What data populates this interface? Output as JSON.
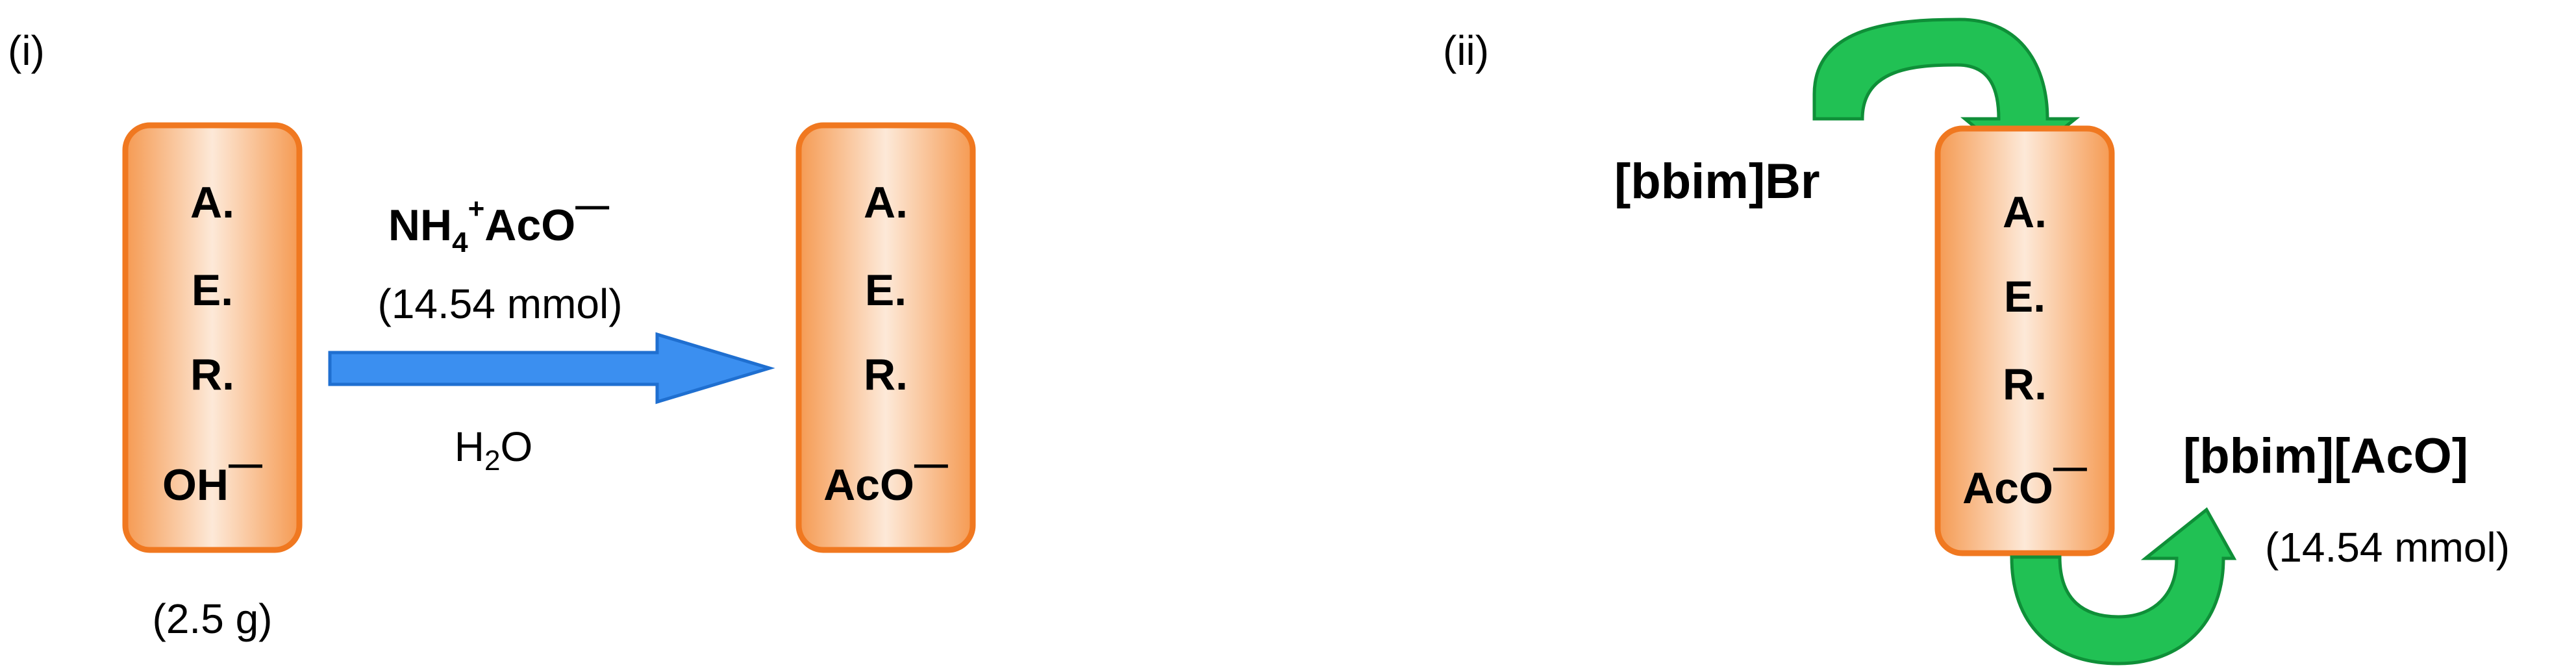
{
  "panel_i": {
    "label": "(i)",
    "resin_before": {
      "lines": [
        "A.",
        "E.",
        "R."
      ],
      "ion": "OH",
      "ion_charge": "—",
      "amount": "(2.5 g)"
    },
    "reagent": {
      "ammonium": "NH",
      "sub": "4",
      "plus": "+",
      "acetate": "AcO",
      "charge": "—",
      "amount": "(14.54 mmol)"
    },
    "solvent": {
      "h": "H",
      "sub": "2",
      "o": "O"
    },
    "resin_after": {
      "lines": [
        "A.",
        "E.",
        "R."
      ],
      "ion": "AcO",
      "ion_charge": "—"
    }
  },
  "panel_ii": {
    "label": "(ii)",
    "input": "[bbim]Br",
    "resin": {
      "lines": [
        "A.",
        "E.",
        "R."
      ],
      "ion": "AcO",
      "ion_charge": "—"
    },
    "product": "[bbim][AcO]",
    "product_amount": "(14.54 mmol)"
  },
  "colors": {
    "column_edge": "#f07820",
    "column_center": "#fde6d3",
    "column_side": "#f6a25e",
    "arrow_blue": "#3b8ff0",
    "arrow_blue_edge": "#1f6fd0",
    "arrow_green": "#21c154",
    "arrow_green_edge": "#0f8f38"
  }
}
